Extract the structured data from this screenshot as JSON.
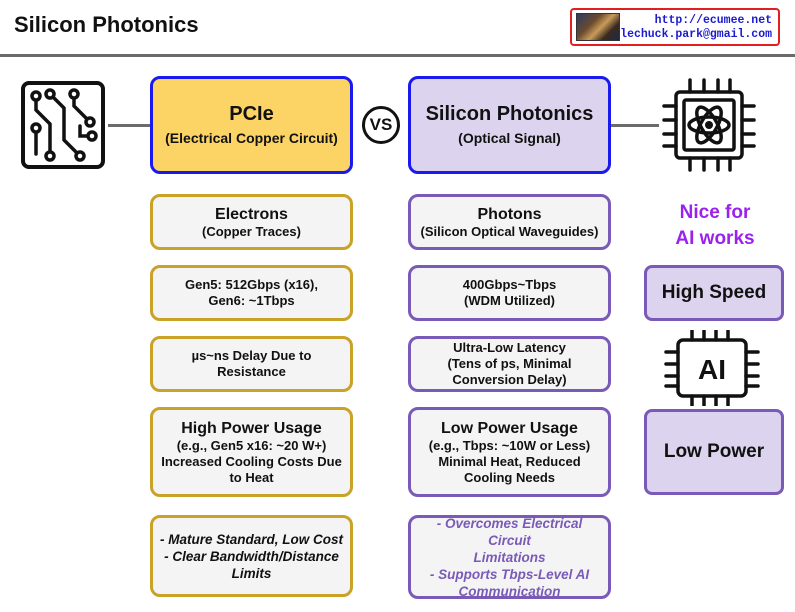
{
  "header": {
    "title": "Silicon Photonics",
    "url": "http://ecumee.net",
    "email": "lechuck.park@gmail.com"
  },
  "left_top": {
    "title": "PCIe",
    "subtitle": "(Electrical Copper Circuit)"
  },
  "vs_label": "VS",
  "right_top": {
    "title": "Silicon Photonics",
    "subtitle": "(Optical Signal)"
  },
  "left_column": [
    {
      "main": "Electrons",
      "sub": "(Copper Traces)"
    },
    {
      "lines": [
        "Gen5: 512Gbps (x16),",
        "Gen6: ~1Tbps"
      ]
    },
    {
      "lines": [
        "µs~ns Delay Due to",
        "Resistance"
      ]
    },
    {
      "main": "High Power Usage",
      "lines": [
        "(e.g., Gen5 x16: ~20 W+)",
        "Increased Cooling Costs Due",
        "to Heat"
      ]
    },
    {
      "italic_lines": [
        "- Mature Standard, Low Cost",
        "- Clear Bandwidth/Distance",
        "Limits"
      ]
    }
  ],
  "right_column": [
    {
      "main": "Photons",
      "sub": "(Silicon Optical Waveguides)"
    },
    {
      "lines": [
        "400Gbps~Tbps",
        "(WDM Utilized)"
      ]
    },
    {
      "lines": [
        "Ultra-Low Latency",
        "(Tens of ps, Minimal",
        "Conversion Delay)"
      ]
    },
    {
      "main": "Low Power Usage",
      "lines": [
        "(e.g., Tbps: ~10W or Less)",
        "Minimal Heat, Reduced",
        "Cooling Needs"
      ]
    },
    {
      "italic_lines": [
        "- Overcomes Electrical Circuit",
        "Limitations",
        "- Supports Tbps-Level AI",
        "Communication"
      ]
    }
  ],
  "side": {
    "nice_line1": "Nice for",
    "nice_line2": "AI works",
    "high_speed": "High Speed",
    "ai_chip_label": "AI",
    "low_power": "Low Power"
  },
  "icons": {
    "left": "circuit-board-icon",
    "right": "atom-chip-icon",
    "middle": "ai-chip-icon"
  },
  "colors": {
    "pcie_fill": "#fcd466",
    "photonics_fill": "#dcd4ee",
    "top_border": "#1a1aee",
    "gold_border": "#c9a227",
    "purple_border": "#7a5ab8",
    "nice_text": "#9b22ee"
  }
}
